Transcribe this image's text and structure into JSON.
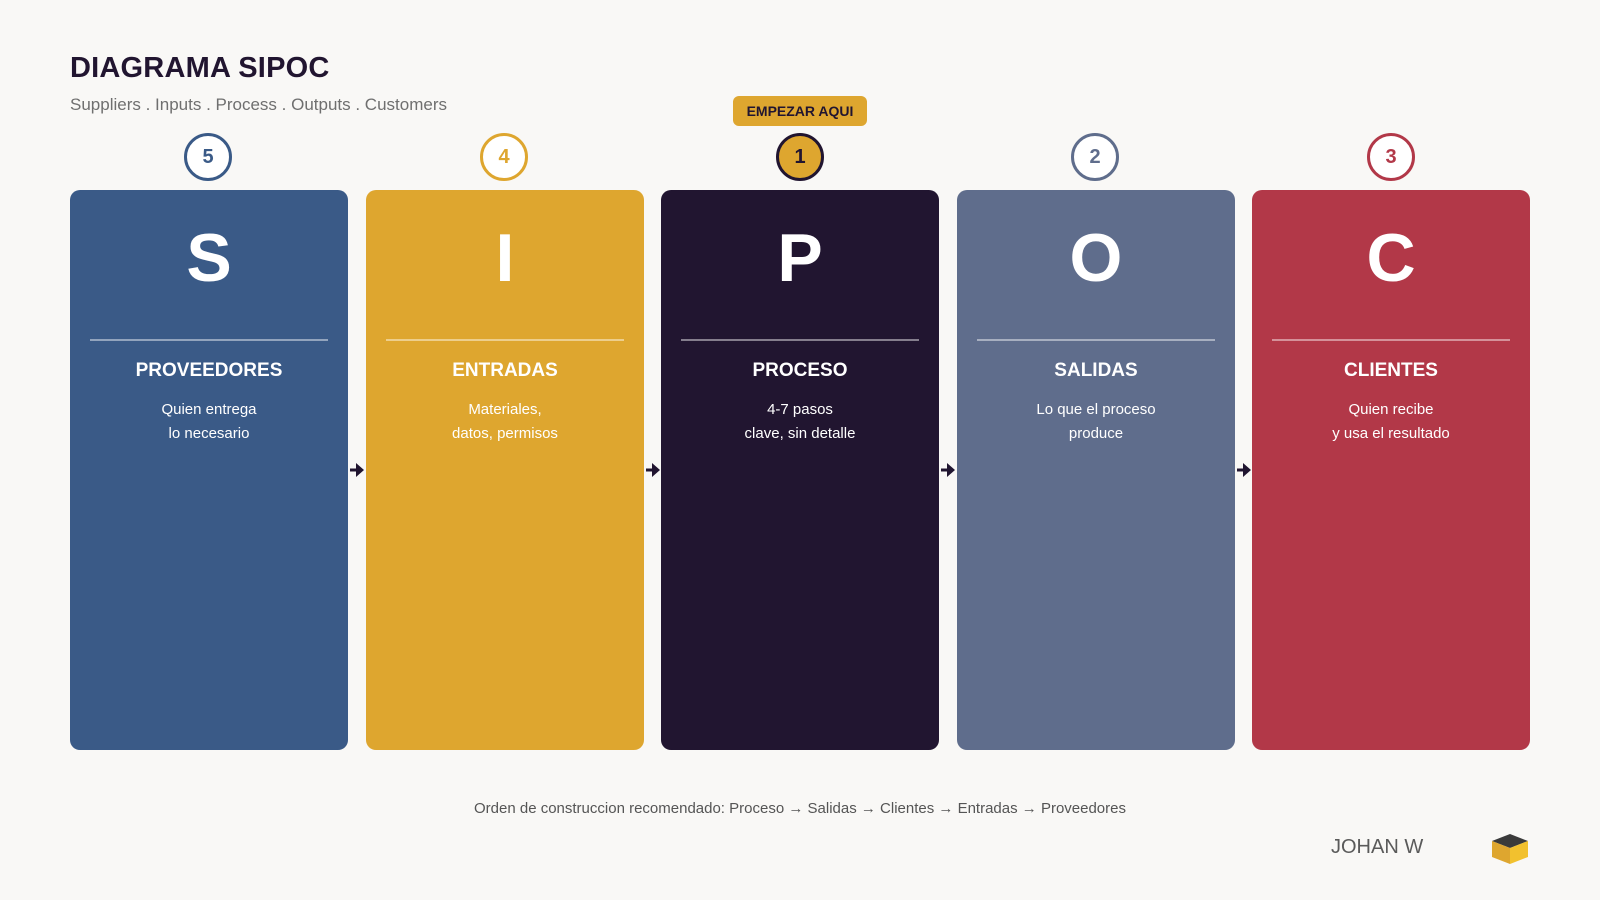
{
  "header": {
    "title": "DIAGRAMA SIPOC",
    "subtitle": "Suppliers . Inputs . Process . Outputs . Customers"
  },
  "start_badge": "EMPEZAR AQUI",
  "steps": [
    {
      "number": "5",
      "letter": "S",
      "heading": "PROVEEDORES",
      "desc_line1": "Quien entrega",
      "desc_line2": "lo necesario",
      "color": "#3a5a87"
    },
    {
      "number": "4",
      "letter": "I",
      "heading": "ENTRADAS",
      "desc_line1": "Materiales,",
      "desc_line2": "datos, permisos",
      "color": "#dea62f"
    },
    {
      "number": "1",
      "letter": "P",
      "heading": "PROCESO",
      "desc_line1": "4-7 pasos",
      "desc_line2": "clave, sin detalle",
      "color": "#211530"
    },
    {
      "number": "2",
      "letter": "O",
      "heading": "SALIDAS",
      "desc_line1": "Lo que el proceso",
      "desc_line2": "produce",
      "color": "#5f6d8c"
    },
    {
      "number": "3",
      "letter": "C",
      "heading": "CLIENTES",
      "desc_line1": "Quien recibe",
      "desc_line2": "y usa el resultado",
      "color": "#b23848"
    }
  ],
  "footer": {
    "note": "Orden de construccion recomendado: Proceso → Salidas → Clientes → Entradas → Proveedores",
    "author": "JOHAN W"
  },
  "icons": {
    "arrow": "arrow-right-icon",
    "logo": "box-logo-icon"
  }
}
